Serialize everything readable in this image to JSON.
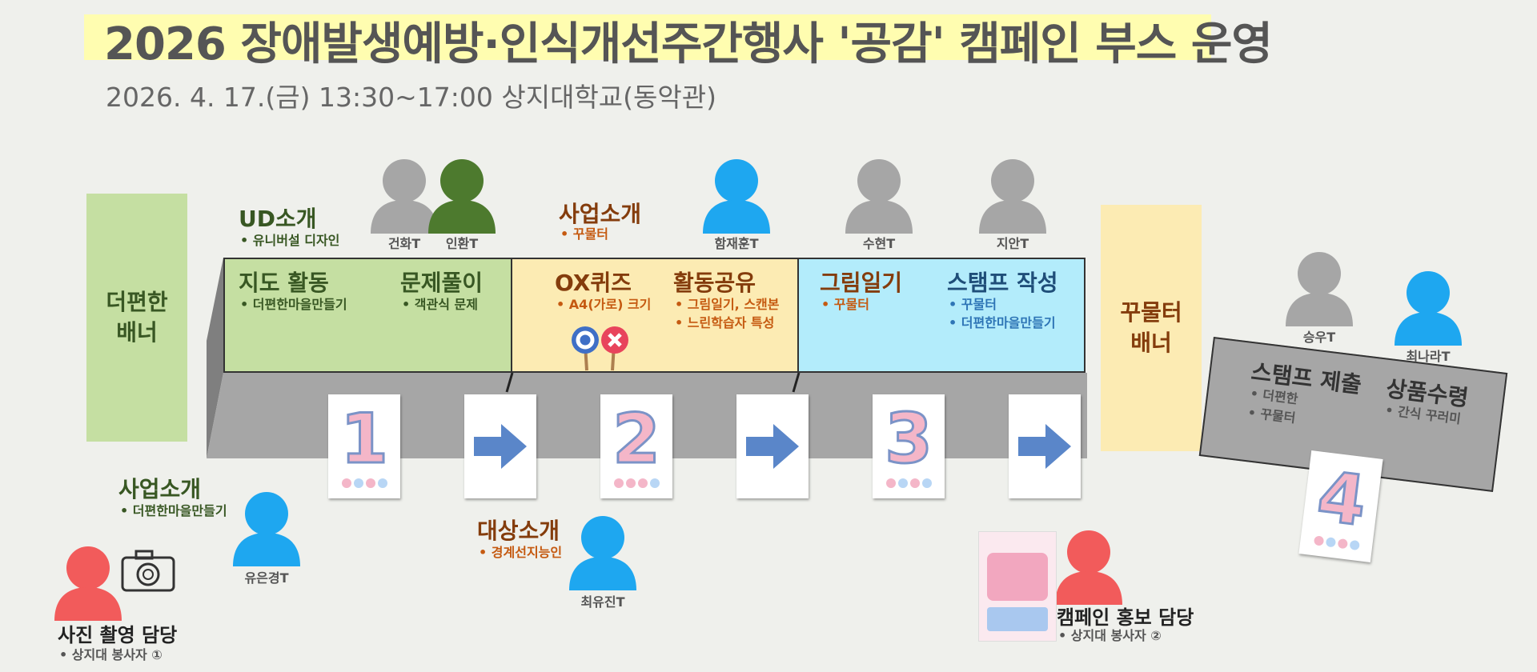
{
  "title": "2026 장애발생예방·인식개선주간행사 '공감' 캠페인 부스 운영",
  "subtitle": "2026. 4. 17.(금) 13:30~17:00 상지대학교(동악관)",
  "banners": {
    "left": "더편한\n배너",
    "right": "꾸물터\n배너"
  },
  "stations": {
    "map": {
      "title": "지도 활동",
      "item": "더편한마을만들기"
    },
    "quiz": {
      "title": "문제풀이",
      "item": "객관식 문제"
    },
    "ox": {
      "title": "OX퀴즈",
      "item": "A4(가로) 크기"
    },
    "share": {
      "title": "활동공유",
      "items": [
        "그림일기, 스캔본",
        "느린학습자 특성"
      ]
    },
    "diary": {
      "title": "그림일기",
      "item": "꾸물터"
    },
    "stamp": {
      "title": "스탬프 작성",
      "items": [
        "꾸물터",
        "더편한마을만들기"
      ]
    },
    "submit": {
      "title": "스탬프 제출",
      "items": [
        "더편한",
        "꾸물터"
      ]
    },
    "prize": {
      "title": "상품수령",
      "item": "간식 꾸러미"
    }
  },
  "intros": {
    "ud": {
      "title": "UD소개",
      "item": "유니버설 디자인"
    },
    "biz_top": {
      "title": "사업소개",
      "item": "꾸물터"
    },
    "biz_bottom": {
      "title": "사업소개",
      "item": "더편한마을만들기"
    },
    "target": {
      "title": "대상소개",
      "item": "경계선지능인"
    }
  },
  "staff": {
    "gunhwa": "건화T",
    "inhwan": "인환T",
    "hamjaehoon": "함재훈T",
    "suhyun": "수현T",
    "jian": "지안T",
    "seungwoo": "승우T",
    "choinara": "최나라T",
    "yooeunkyung": "유은경T",
    "choiyujin": "최유진T"
  },
  "roles": {
    "photo": {
      "title": "사진 촬영 담당",
      "item": "상지대 봉사자 ①"
    },
    "promo": {
      "title": "캠페인 홍보 담당",
      "item": "상지대 봉사자 ②"
    }
  },
  "cards": [
    "1",
    "2",
    "3",
    "4"
  ],
  "colors": {
    "gray": "#a6a6a6",
    "green": "#4d7a2e",
    "blue": "#1ea7f0",
    "red": "#f25b5b",
    "arrow": "#5a86c9"
  }
}
